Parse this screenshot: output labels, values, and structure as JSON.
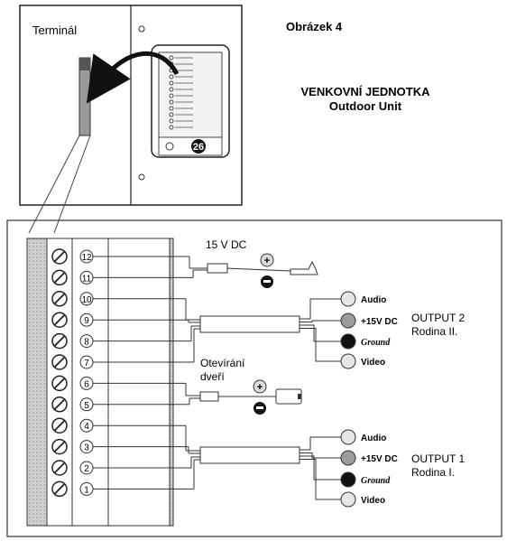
{
  "header": {
    "figure_label": "Obrázek 4",
    "title_cz": "VENKOVNÍ JEDNOTKA",
    "title_en": "Outdoor Unit"
  },
  "unit_view": {
    "terminal_label": "Terminál",
    "callout_number": "26"
  },
  "diagram": {
    "terminals": [
      "12",
      "11",
      "10",
      "9",
      "8",
      "7",
      "6",
      "5",
      "4",
      "3",
      "2",
      "1"
    ],
    "power_supply_label": "15 V DC",
    "door_opening_label_line1": "Otevírání",
    "door_opening_label_line2": "dveří",
    "output2": {
      "title": "OUTPUT 2",
      "subtitle": "Rodina II.",
      "wires": [
        "Audio",
        "+15V DC",
        "Ground",
        "Video"
      ],
      "wire_colors": [
        "#e6e6e6",
        "#9c9c9c",
        "#111111",
        "#e6e6e6"
      ]
    },
    "output1": {
      "title": "OUTPUT 1",
      "subtitle": "Rodina I.",
      "wires": [
        "Audio",
        "+15V DC",
        "Ground",
        "Video"
      ],
      "wire_colors": [
        "#e6e6e6",
        "#9c9c9c",
        "#111111",
        "#e6e6e6"
      ]
    }
  }
}
